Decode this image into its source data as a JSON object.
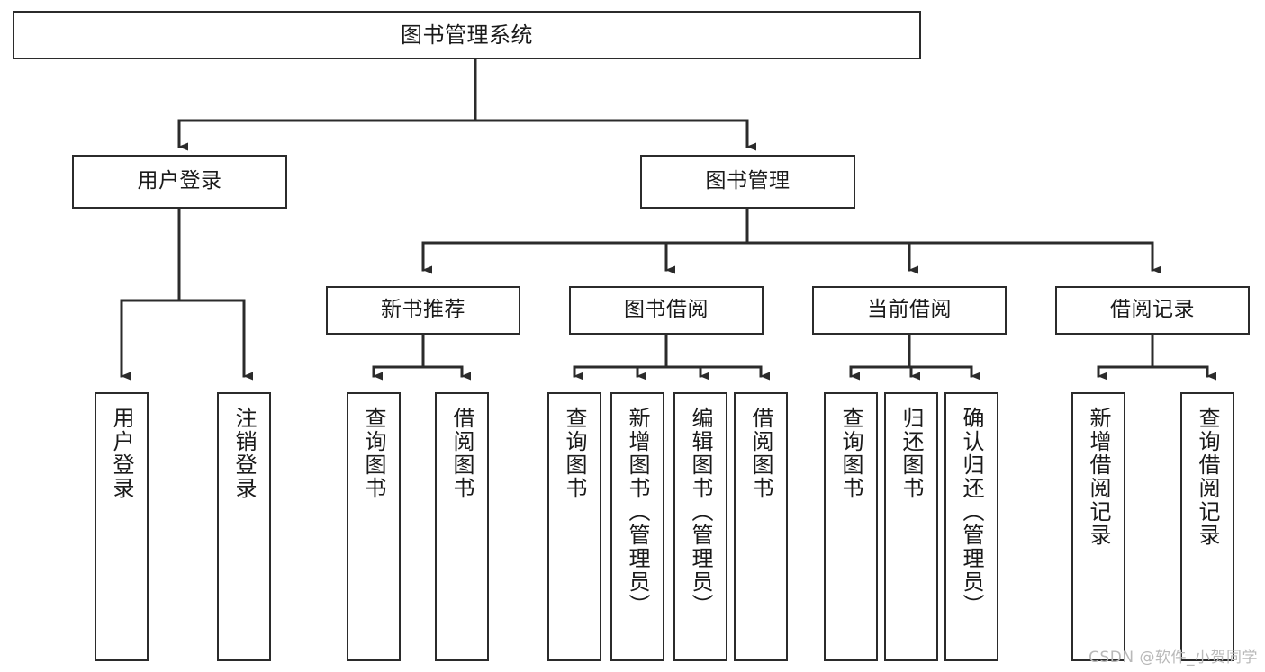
{
  "diagram": {
    "title": "图书管理系统",
    "watermark": "CSDN @软件_小贺同学",
    "line_color": "#2b2b2b",
    "box_border_color": "#2b2b2b",
    "background_color": "#ffffff",
    "text_color": "#1a1a1a"
  },
  "nodes": {
    "root": {
      "label": "图书管理系统"
    },
    "level2": [
      {
        "id": "user-login",
        "label": "用户登录"
      },
      {
        "id": "book-management",
        "label": "图书管理"
      }
    ],
    "level3": [
      {
        "id": "new-book-recommend",
        "label": "新书推荐"
      },
      {
        "id": "book-borrow",
        "label": "图书借阅"
      },
      {
        "id": "current-borrow",
        "label": "当前借阅"
      },
      {
        "id": "borrow-record",
        "label": "借阅记录"
      }
    ],
    "leaves": {
      "user-login": [
        {
          "id": "leaf-user-login",
          "label": "用户登录"
        },
        {
          "id": "leaf-user-logout",
          "label": "注销登录"
        }
      ],
      "new-book-recommend": [
        {
          "id": "leaf-query-book-1",
          "label": "查询图书"
        },
        {
          "id": "leaf-borrow-book-1",
          "label": "借阅图书"
        }
      ],
      "book-borrow": [
        {
          "id": "leaf-query-book-2",
          "label": "查询图书"
        },
        {
          "id": "leaf-add-book",
          "label": "新增图书（管理员）"
        },
        {
          "id": "leaf-edit-book",
          "label": "编辑图书（管理员）"
        },
        {
          "id": "leaf-borrow-book-2",
          "label": "借阅图书"
        }
      ],
      "current-borrow": [
        {
          "id": "leaf-query-book-3",
          "label": "查询图书"
        },
        {
          "id": "leaf-return-book",
          "label": "归还图书"
        },
        {
          "id": "leaf-confirm-return",
          "label": "确认归还（管理员）"
        }
      ],
      "borrow-record": [
        {
          "id": "leaf-add-record",
          "label": "新增借阅记录"
        },
        {
          "id": "leaf-query-record",
          "label": "查询借阅记录"
        }
      ]
    }
  },
  "chart_data": {
    "type": "diagram",
    "diagram_kind": "tree / hierarchy chart",
    "title": "图书管理系统",
    "orientation": "top-down",
    "levels": 4,
    "edges": [
      {
        "from": "图书管理系统",
        "to": "用户登录"
      },
      {
        "from": "图书管理系统",
        "to": "图书管理"
      },
      {
        "from": "用户登录",
        "to": "用户登录"
      },
      {
        "from": "用户登录",
        "to": "注销登录"
      },
      {
        "from": "图书管理",
        "to": "新书推荐"
      },
      {
        "from": "图书管理",
        "to": "图书借阅"
      },
      {
        "from": "图书管理",
        "to": "当前借阅"
      },
      {
        "from": "图书管理",
        "to": "借阅记录"
      },
      {
        "from": "新书推荐",
        "to": "查询图书"
      },
      {
        "from": "新书推荐",
        "to": "借阅图书"
      },
      {
        "from": "图书借阅",
        "to": "查询图书"
      },
      {
        "from": "图书借阅",
        "to": "新增图书（管理员）"
      },
      {
        "from": "图书借阅",
        "to": "编辑图书（管理员）"
      },
      {
        "from": "图书借阅",
        "to": "借阅图书"
      },
      {
        "from": "当前借阅",
        "to": "查询图书"
      },
      {
        "from": "当前借阅",
        "to": "归还图书"
      },
      {
        "from": "当前借阅",
        "to": "确认归还（管理员）"
      },
      {
        "from": "借阅记录",
        "to": "新增借阅记录"
      },
      {
        "from": "借阅记录",
        "to": "查询借阅记录"
      }
    ]
  }
}
